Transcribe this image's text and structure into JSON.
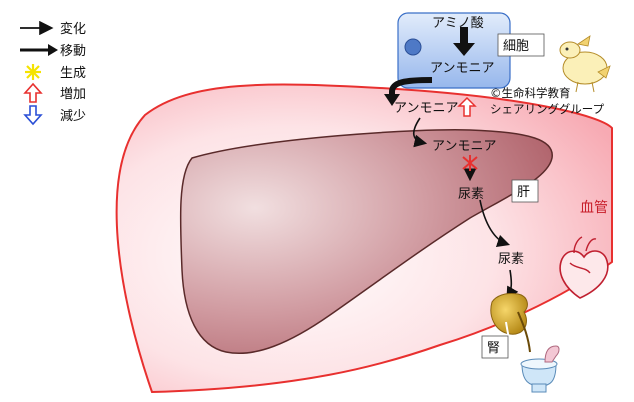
{
  "legend": {
    "change": "変化",
    "move": "移動",
    "produce": "生成",
    "increase": "増加",
    "decrease": "減少"
  },
  "cell": {
    "amino_acid": "アミノ酸",
    "ammonia": "アンモニア",
    "label": "細胞"
  },
  "blood": {
    "ammonia": "アンモニア",
    "label": "血管",
    "urea": "尿素"
  },
  "liver": {
    "ammonia": "アンモニア",
    "urea": "尿素",
    "label": "肝"
  },
  "kidney": {
    "label": "腎"
  },
  "credit": {
    "line1": "©生命科学教育",
    "line2": "シェアリンググループ"
  },
  "colors": {
    "blood_fill": "#fbd5d8",
    "blood_stroke": "#e8302f",
    "liver_fill": "#c77f86",
    "liver_stroke": "#5a2a2a",
    "cell_fill": "#a9c6f2",
    "cell_stroke": "#3a6fc7",
    "increase": "#e8302f",
    "decrease": "#2a4fd6",
    "produce": "#f5e300",
    "kidney": "#d2a012"
  }
}
